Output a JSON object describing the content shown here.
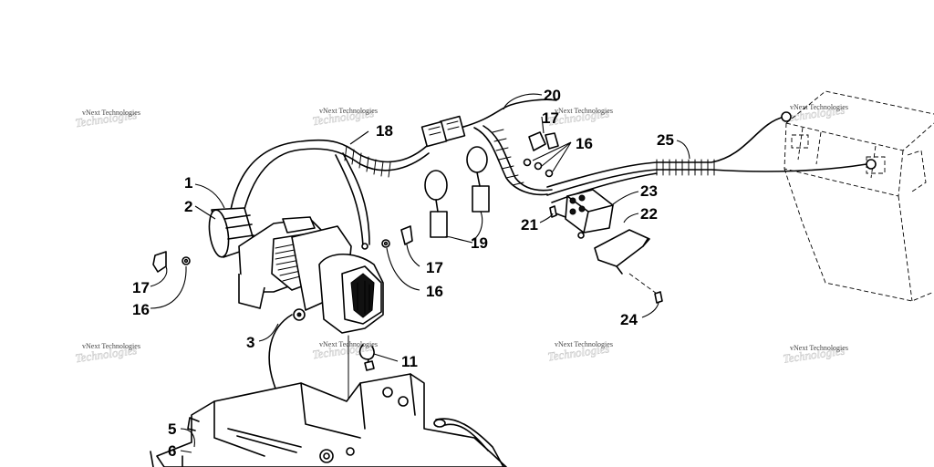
{
  "watermark": {
    "text": "vNext Technologies"
  },
  "callouts": [
    {
      "id": "1",
      "text": "1"
    },
    {
      "id": "2",
      "text": "2"
    },
    {
      "id": "3",
      "text": "3"
    },
    {
      "id": "5",
      "text": "5"
    },
    {
      "id": "6",
      "text": "6"
    },
    {
      "id": "11",
      "text": "11"
    },
    {
      "id": "16a",
      "text": "16"
    },
    {
      "id": "16b",
      "text": "16"
    },
    {
      "id": "16c",
      "text": "16"
    },
    {
      "id": "17a",
      "text": "17"
    },
    {
      "id": "17b",
      "text": "17"
    },
    {
      "id": "17c",
      "text": "17"
    },
    {
      "id": "18",
      "text": "18"
    },
    {
      "id": "19",
      "text": "19"
    },
    {
      "id": "20",
      "text": "20"
    },
    {
      "id": "21",
      "text": "21"
    },
    {
      "id": "22",
      "text": "22"
    },
    {
      "id": "23",
      "text": "23"
    },
    {
      "id": "24",
      "text": "24"
    },
    {
      "id": "25",
      "text": "25"
    }
  ]
}
